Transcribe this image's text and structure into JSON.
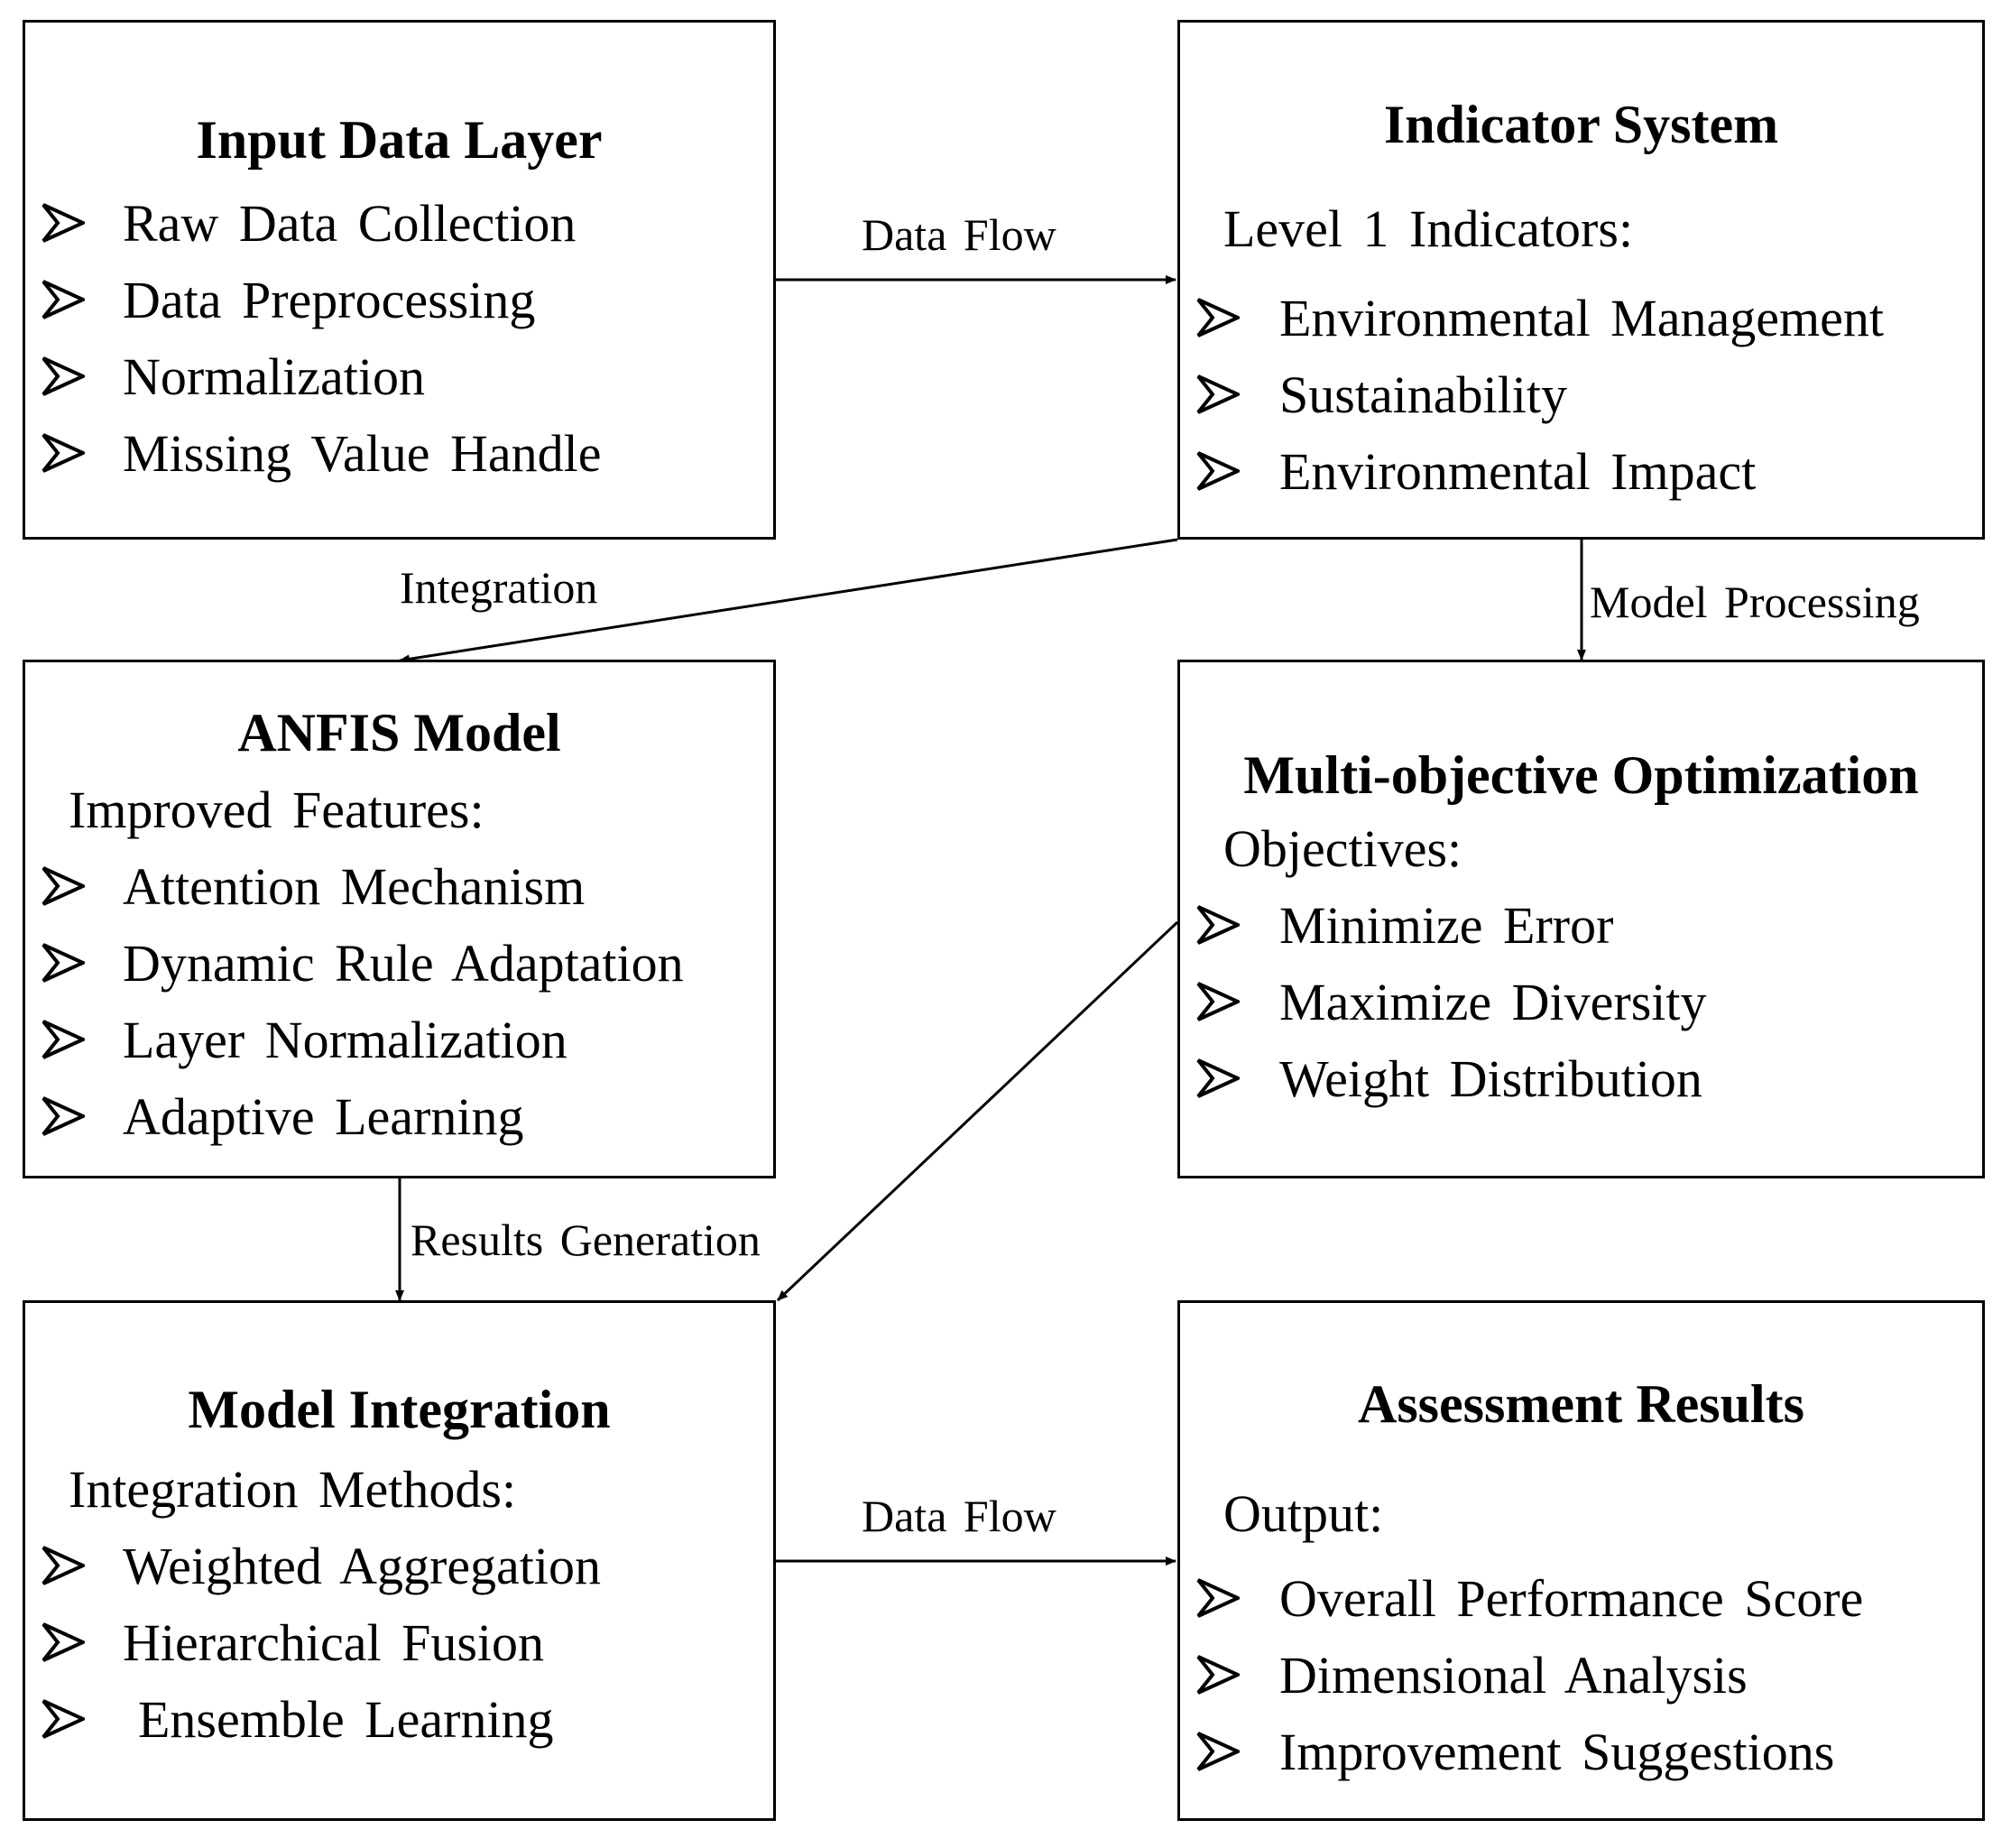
{
  "boxes": {
    "input": {
      "title": "Input Data Layer",
      "items": [
        "Raw Data Collection",
        "Data Preprocessing",
        "Normalization",
        "Missing Value Handle"
      ]
    },
    "indicator": {
      "title": "Indicator System",
      "subtitle": "Level 1 Indicators:",
      "items": [
        "Environmental Management",
        "Sustainability",
        "Environmental Impact"
      ]
    },
    "anfis": {
      "title": "ANFIS Model",
      "subtitle": "Improved Features:",
      "items": [
        "Attention Mechanism",
        "Dynamic Rule Adaptation",
        "Layer Normalization",
        "Adaptive Learning"
      ]
    },
    "multiobjective": {
      "title": "Multi-objective Optimization",
      "subtitle": "Objectives:",
      "items": [
        "Minimize Error",
        "Maximize Diversity",
        "Weight Distribution"
      ]
    },
    "integration": {
      "title": "Model Integration",
      "subtitle": "Integration Methods:",
      "items": [
        "Weighted Aggregation",
        "Hierarchical Fusion",
        "Ensemble Learning"
      ]
    },
    "results": {
      "title": "Assessment Results",
      "subtitle": "Output:",
      "items": [
        "Overall Performance Score",
        "Dimensional Analysis",
        "Improvement Suggestions"
      ]
    }
  },
  "edges": {
    "input_to_indicator": "Data Flow",
    "indicator_to_anfis": "Integration",
    "indicator_to_multiobjective": "Model Processing",
    "anfis_to_integration": "Results Generation",
    "integration_to_results": "Data Flow"
  }
}
